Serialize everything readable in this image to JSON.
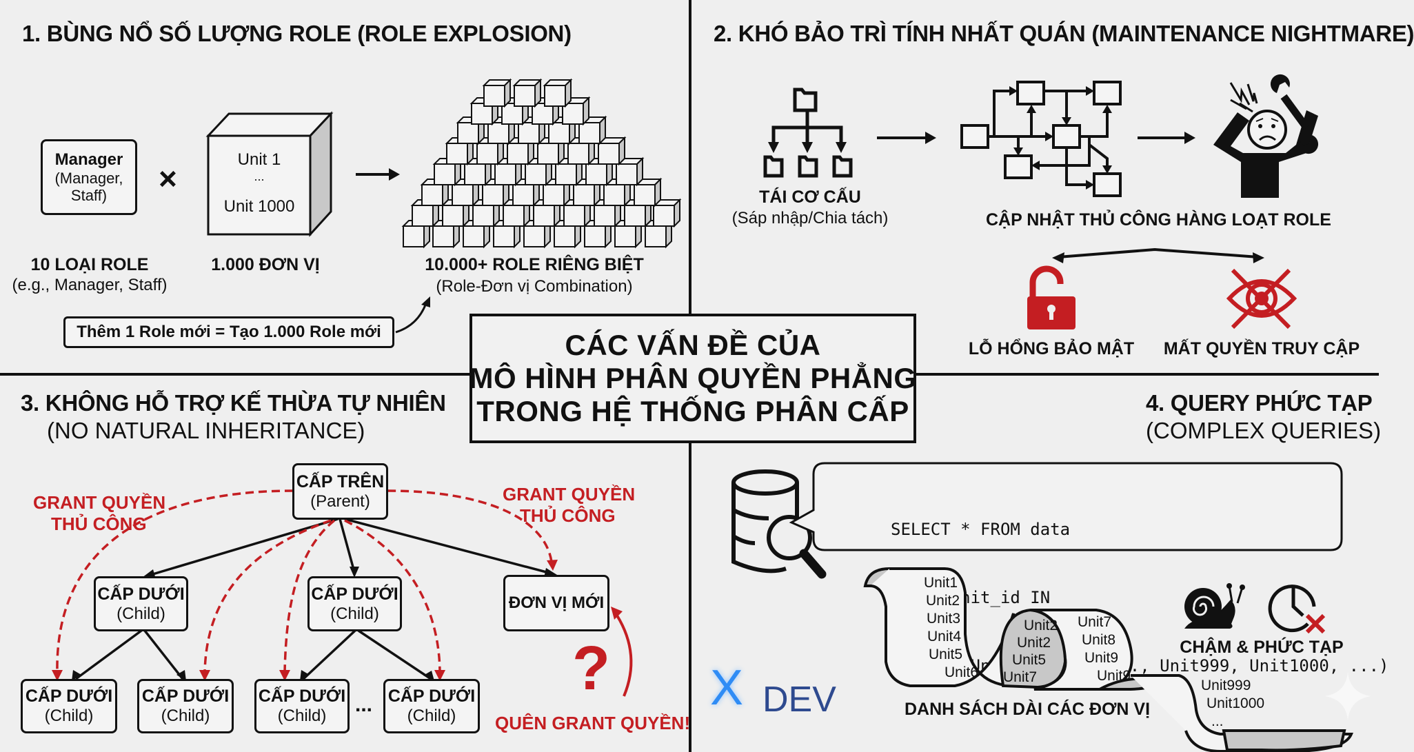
{
  "center_title": {
    "lines": [
      "CÁC VẤN ĐỀ CỦA",
      "MÔ HÌNH PHÂN QUYỀN PHẲNG",
      "TRONG HỆ THỐNG PHÂN CẤP"
    ]
  },
  "colors": {
    "background": "#efefef",
    "ink": "#111111",
    "alert_red": "#c41e22",
    "logo_x_blue": "#2f8cf5",
    "logo_dev_navy": "#2e4a8f"
  },
  "section1": {
    "title": "1. BÙNG NỔ SỐ LƯỢNG ROLE (ROLE EXPLOSION)",
    "role_box": {
      "title": "Manager",
      "line2": "(Manager,",
      "line3": "Staff)"
    },
    "multiply_symbol": "×",
    "unit_cube": {
      "line1": "Unit 1",
      "line2": "...",
      "line3": "Unit 1000"
    },
    "role_label": {
      "title": "10 LOẠI ROLE",
      "subtitle": "(e.g., Manager, Staff)"
    },
    "unit_label": {
      "title": "1.000 ĐƠN VỊ"
    },
    "result_label": {
      "title": "10.000+ ROLE RIÊNG BIỆT",
      "subtitle": "(Role-Đơn vị Combination)"
    },
    "callout": "Thêm 1 Role mới = Tạo 1.000 Role mới",
    "icons": [
      "role-box",
      "multiply-icon",
      "unit-cube-icon",
      "arrow-right-icon",
      "cube-pyramid-icon"
    ]
  },
  "section2": {
    "title": "2. KHÓ BẢO TRÌ TÍNH NHẤT QUÁN (MAINTENANCE NIGHTMARE)",
    "restructure": {
      "title": "TÁI CƠ CẤU",
      "subtitle": "(Sáp nhập/Chia tách)"
    },
    "manual_update": "CẬP NHẬT THỦ CÔNG HÀNG LOẠT ROLE",
    "security_hole": "LỖ HỔNG BẢO MẬT",
    "access_loss": "MẤT QUYỀN TRUY CẬP",
    "icons": [
      "folder-tree-icon",
      "tangled-graph-icon",
      "stressed-person-icon",
      "wrench-icon",
      "unlocked-padlock-icon",
      "crossed-eye-icon"
    ]
  },
  "section3": {
    "title": "3. KHÔNG HỖ TRỢ KẾ THỪA TỰ NHIÊN",
    "subtitle": "(NO NATURAL INHERITANCE)",
    "parent": {
      "title": "CẤP TRÊN",
      "subtitle": "(Parent)"
    },
    "child": {
      "title": "CẤP DƯỚI",
      "subtitle": "(Child)"
    },
    "new_unit": "ĐƠN VỊ MỚI",
    "grant_left": [
      "GRANT QUYỀN",
      "THỦ CÔNG"
    ],
    "grant_right": [
      "GRANT QUYỀN",
      "THỦ CÔNG"
    ],
    "ellipsis": "...",
    "question_mark": "?",
    "forgot_grant": "QUÊN GRANT QUYỀN!"
  },
  "section4": {
    "title": "4. QUERY PHỨC TẠP",
    "subtitle": "(COMPLEX QUERIES)",
    "sql_lines": [
      "SELECT * FROM data",
      "WHERE unit_id IN",
      "(Unit1, Unit2, Unit3, ..., Unit999, Unit1000, ...)"
    ],
    "scroll_panel1": [
      "Unit1",
      "Unit2",
      "Unit3",
      "Unit4",
      "Unit5",
      "Unit6"
    ],
    "scroll_panel2": [
      "Unit2",
      "Unit2",
      "Unit5",
      "Unit7"
    ],
    "scroll_panel3": [
      "Unit7",
      "Unit8",
      "Unit9",
      "Unit9"
    ],
    "scroll_panel4": [
      "Unit999",
      "Unit1000",
      "..."
    ],
    "scroll_caption": "DANH SÁCH DÀI CÁC ĐƠN VỊ",
    "slow_label": "CHẬM & PHỨC TẠP",
    "logo": {
      "x": "X",
      "dev": "DEV"
    },
    "icons": [
      "database-search-icon",
      "snail-icon",
      "clock-cancel-icon",
      "sparkle-icon"
    ]
  }
}
